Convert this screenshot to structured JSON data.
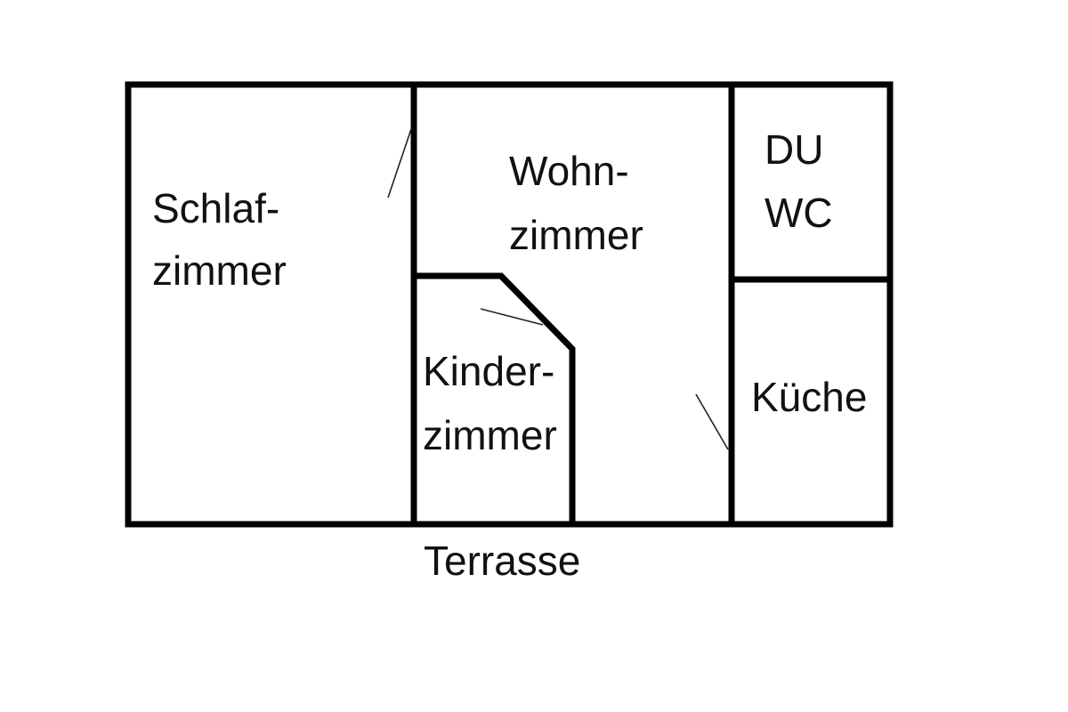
{
  "rooms": {
    "bedroom": {
      "line1": "Schlaf-",
      "line2": "zimmer"
    },
    "living": {
      "line1": "Wohn-",
      "line2": "zimmer"
    },
    "kids": {
      "line1": "Kinder-",
      "line2": "zimmer"
    },
    "bath": {
      "line1": "DU",
      "line2": "WC"
    },
    "kitchen": {
      "line1": "Küche"
    }
  },
  "terrace": "Terrasse",
  "colors": {
    "wall": "#000000",
    "text": "#111111",
    "background": "#ffffff"
  }
}
